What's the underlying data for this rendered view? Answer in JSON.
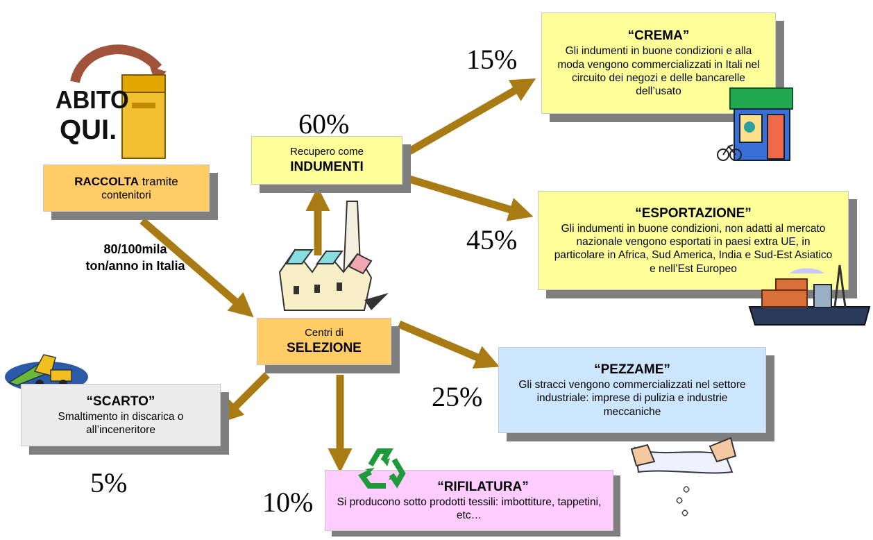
{
  "arrow_color": "#a87b14",
  "raccolta": {
    "bold": "RACCOLTA",
    "rest": " tramite",
    "line2": "contenitori"
  },
  "logo": {
    "line1": "ABITO",
    "line2": "QUI."
  },
  "quantity_note": {
    "line1": "80/100mila",
    "line2": "ton/anno in Italia"
  },
  "indumenti": {
    "line1": "Recupero come",
    "line2": "INDUMENTI",
    "percent": "60%"
  },
  "selezione": {
    "line1": "Centri di",
    "line2": "SELEZIONE"
  },
  "crema": {
    "title": "“CREMA”",
    "body": "Gli indumenti in buone condizioni e alla moda vengono commercializzati in Itali nel circuito dei negozi e delle bancarelle dell’usato",
    "percent": "15%"
  },
  "esportazione": {
    "title": "“ESPORTAZIONE”",
    "body": "Gli indumenti in buone condizioni, non adatti al mercato nazionale vengono esportati in paesi extra UE, in particolare in Africa, Sud America, India e Sud-Est Asiatico e nell’Est Europeo",
    "percent": "45%"
  },
  "pezzame": {
    "title": "“PEZZAME”",
    "body": "Gli stracci vengono commercializzati nel settore industriale: imprese di pulizia e industrie meccaniche",
    "percent": "25%"
  },
  "scarto": {
    "title": "“SCARTO”",
    "body": "Smaltimento in discarica o all’inceneritore",
    "percent": "5%"
  },
  "rifilatura": {
    "title": "“RIFILATURA”",
    "body": "Si producono sotto prodotti tessili: imbottiture, tappetini, etc…",
    "percent": "10%"
  },
  "icons": [
    "collection-bin-icon",
    "factory-icon",
    "shop-icon",
    "cargo-ship-icon",
    "dump-truck-icon",
    "recycle-icon",
    "wringing-cloth-icon"
  ]
}
